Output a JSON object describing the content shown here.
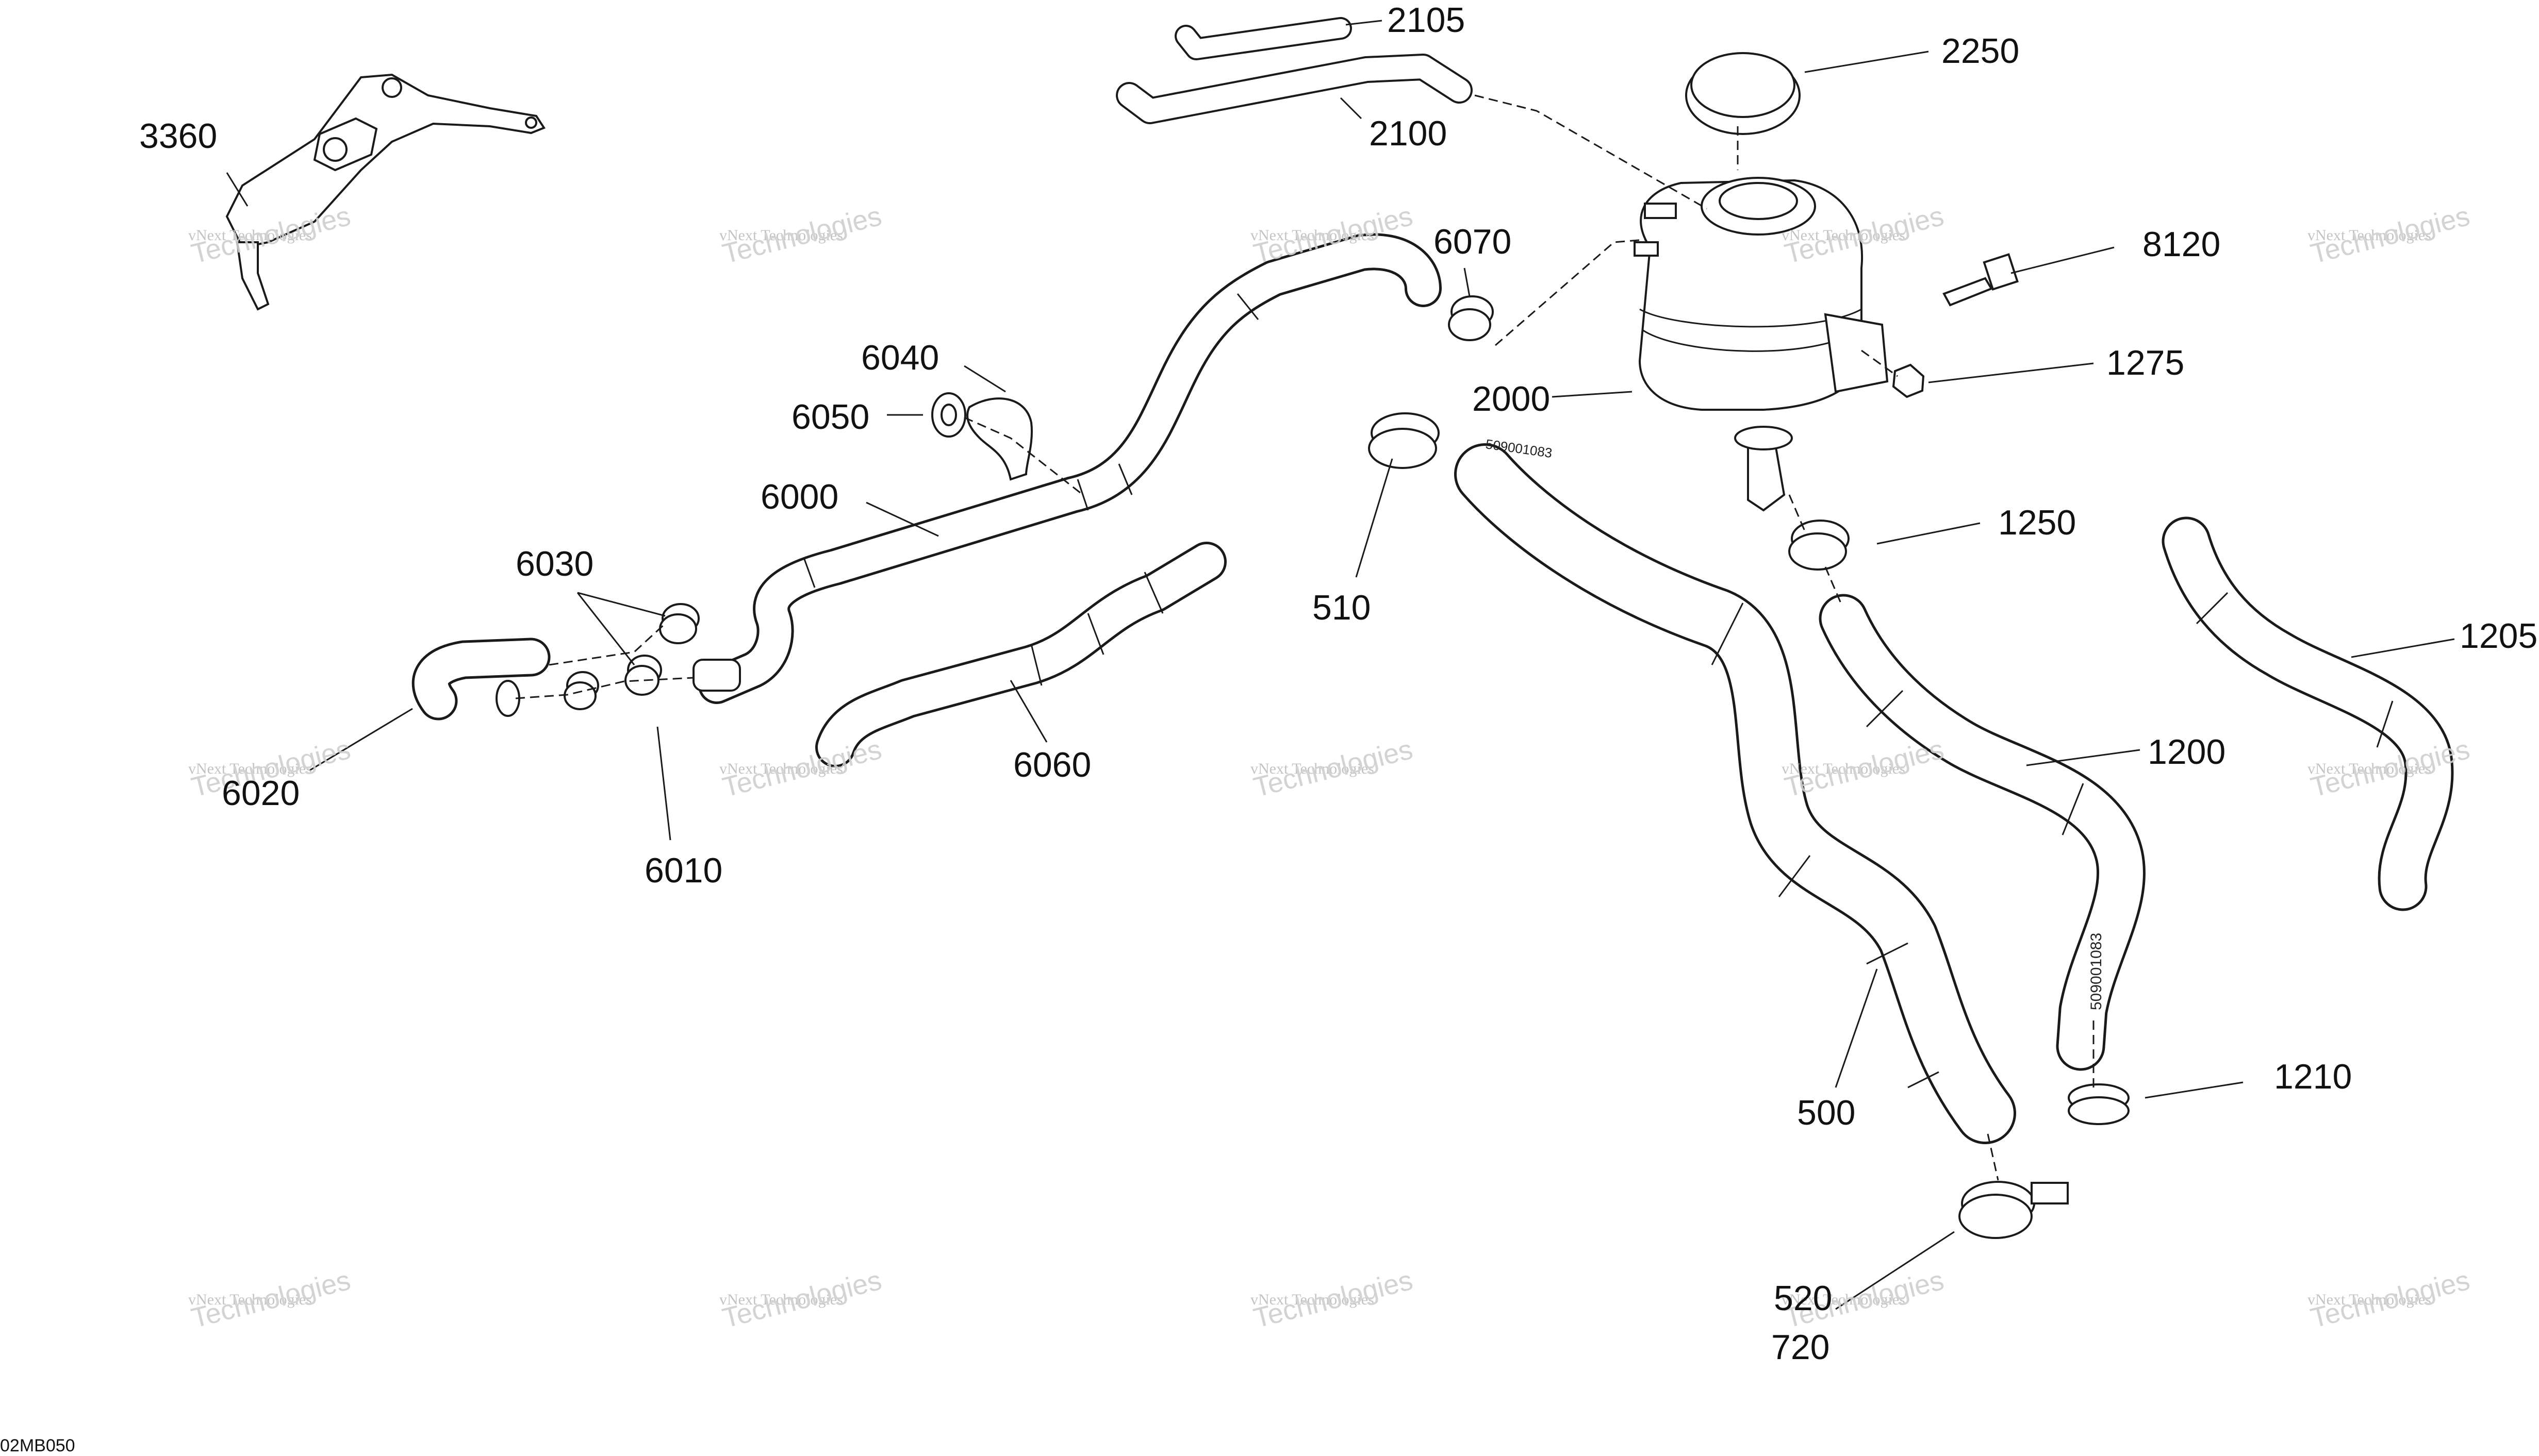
{
  "diagram_code": "02MB050",
  "watermark": {
    "line1": "vNext Technologies",
    "line2": "Technologies"
  },
  "callouts": {
    "c2105": "2105",
    "c2100": "2100",
    "c2250": "2250",
    "c3360": "3360",
    "c6070": "6070",
    "c8120": "8120",
    "c6040": "6040",
    "c2000": "2000",
    "c1275": "1275",
    "c6050": "6050",
    "c6000": "6000",
    "c1250": "1250",
    "c6030": "6030",
    "c510": "510",
    "c1205": "1205",
    "c1200": "1200",
    "c6060": "6060",
    "c6020": "6020",
    "c6010": "6010",
    "c500": "500",
    "c1210": "1210",
    "c520": "520",
    "c720": "720"
  },
  "hose_markings": {
    "h1": "509001083",
    "h2": "509001083"
  }
}
